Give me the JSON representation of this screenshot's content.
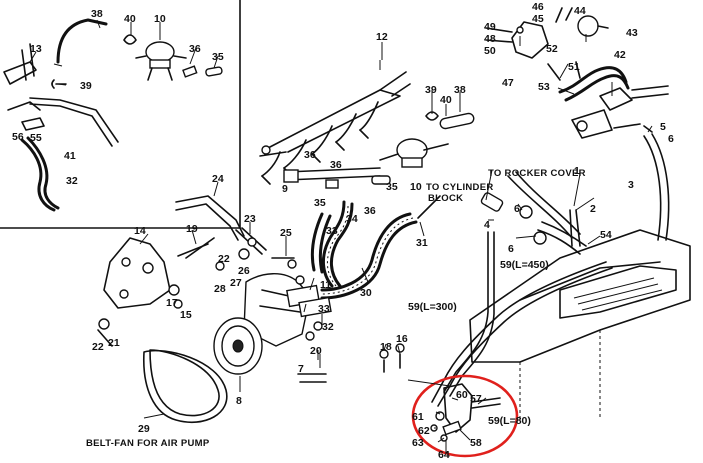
{
  "colors": {
    "ink": "#111111",
    "highlight": "#e0201c",
    "paper": "#ffffff"
  },
  "captions": {
    "to_rocker_cover": "TO ROCKER COVER",
    "to_cylinder": "TO CYLINDER",
    "block": "BLOCK",
    "belt_fan": "BELT-FAN FOR AIR PUMP",
    "l450": "59(L=450)",
    "l300": "59(L=300)",
    "l80": "59(L=80)"
  },
  "callouts": {
    "c38a": "38",
    "c40a": "40",
    "c10a": "10",
    "c13a": "13",
    "c39a": "39",
    "c36a": "36",
    "c35a": "35",
    "c56": "56",
    "c55": "55",
    "c41": "41",
    "c32": "32",
    "c12": "12",
    "c39b": "39",
    "c40b": "40",
    "c38b": "38",
    "c9": "9",
    "c36b": "36",
    "c36c": "36",
    "c10b": "10",
    "c35b": "35",
    "c34": "34",
    "c36d": "36",
    "c35c": "35",
    "c33a": "33",
    "c31": "31",
    "c46": "46",
    "c45": "45",
    "c44": "44",
    "c49": "49",
    "c48": "48",
    "c50": "50",
    "c52": "52",
    "c43": "43",
    "c42": "42",
    "c51": "51",
    "c47": "47",
    "c53": "53",
    "c5": "5",
    "c6a": "6",
    "c1": "1",
    "c3": "3",
    "c2": "2",
    "c4": "4",
    "c6b": "6",
    "c6c": "6",
    "c54": "54",
    "c24": "24",
    "c23": "23",
    "c14": "14",
    "c19": "19",
    "c25": "25",
    "c22": "22",
    "c26": "26",
    "c28": "28",
    "c27": "27",
    "c17": "17",
    "c15": "15",
    "c11": "11",
    "c33b": "33",
    "c32b": "32",
    "c30": "30",
    "c22b": "22",
    "c21": "21",
    "c8": "8",
    "c20": "20",
    "c18": "18",
    "c16": "16",
    "c7": "7",
    "c29": "29",
    "c60": "60",
    "c57": "57",
    "c61": "61",
    "c62": "62",
    "c63": "63",
    "c64": "64",
    "c58": "58"
  }
}
